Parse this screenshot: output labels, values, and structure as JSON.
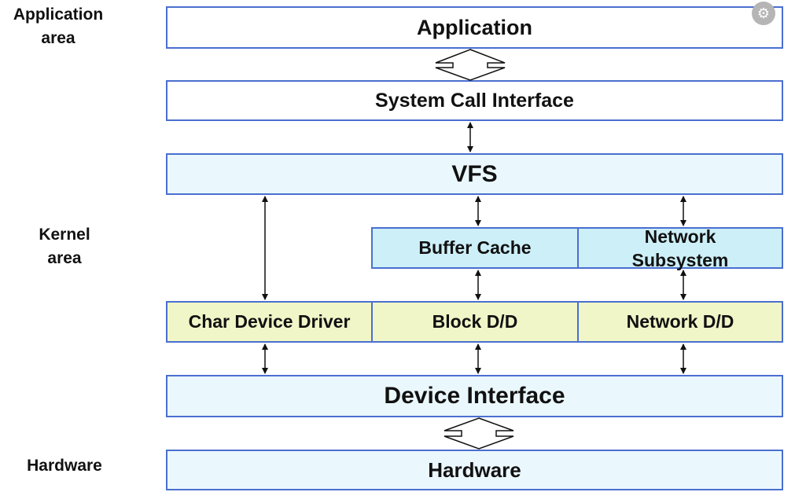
{
  "labels": {
    "application_area": "Application\narea",
    "kernel_area": "Kernel\narea",
    "hardware_area": "Hardware"
  },
  "layers": {
    "application": "Application",
    "system_call_interface": "System Call Interface",
    "vfs": "VFS",
    "buffer_cache": "Buffer Cache",
    "network_subsystem": "Network\nSubsystem",
    "char_device_driver": "Char Device Driver",
    "block_dd": "Block D/D",
    "network_dd": "Network D/D",
    "device_interface": "Device Interface",
    "hardware": "Hardware"
  },
  "colors": {
    "border": "#4a6fd0",
    "white": "#ffffff",
    "light_blue": "#eaf8fd",
    "cyan": "#cdeff8",
    "yellow": "#f1f6c8"
  },
  "icons": [
    "settings-icon"
  ]
}
